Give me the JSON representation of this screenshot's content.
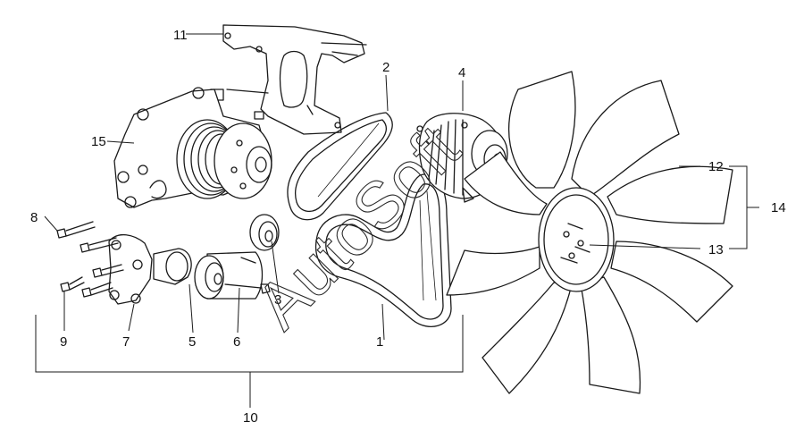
{
  "diagram": {
    "callouts": [
      "1",
      "2",
      "3",
      "4",
      "5",
      "6",
      "7",
      "8",
      "9",
      "10",
      "11",
      "12",
      "13",
      "14",
      "15"
    ]
  },
  "watermark": {
    "text": "AutoSoft"
  }
}
